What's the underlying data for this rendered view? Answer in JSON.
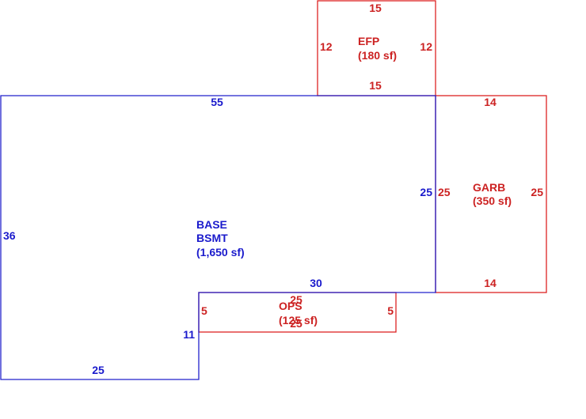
{
  "colors": {
    "main": "#2222cc",
    "addition": "#dd2222"
  },
  "base": {
    "name_line1": "BASE",
    "name_line2": "BSMT",
    "area": "(1,650 sf)",
    "dim_top": "55",
    "dim_left": "36",
    "dim_bottom": "25",
    "dim_notch_vertical": "11",
    "dim_notch_horizontal": "30",
    "dim_right": "25"
  },
  "efp": {
    "name": "EFP",
    "area": "(180 sf)",
    "dim_top": "15",
    "dim_bottom": "15",
    "dim_left": "12",
    "dim_right": "12"
  },
  "garb": {
    "name": "GARB",
    "area": "(350 sf)",
    "dim_top": "14",
    "dim_bottom": "14",
    "dim_left": "25",
    "dim_right": "25"
  },
  "ops": {
    "name": "OPS",
    "area": "(125 sf)",
    "dim_top": "25",
    "dim_bottom": "25",
    "dim_left": "5",
    "dim_right": "5"
  }
}
